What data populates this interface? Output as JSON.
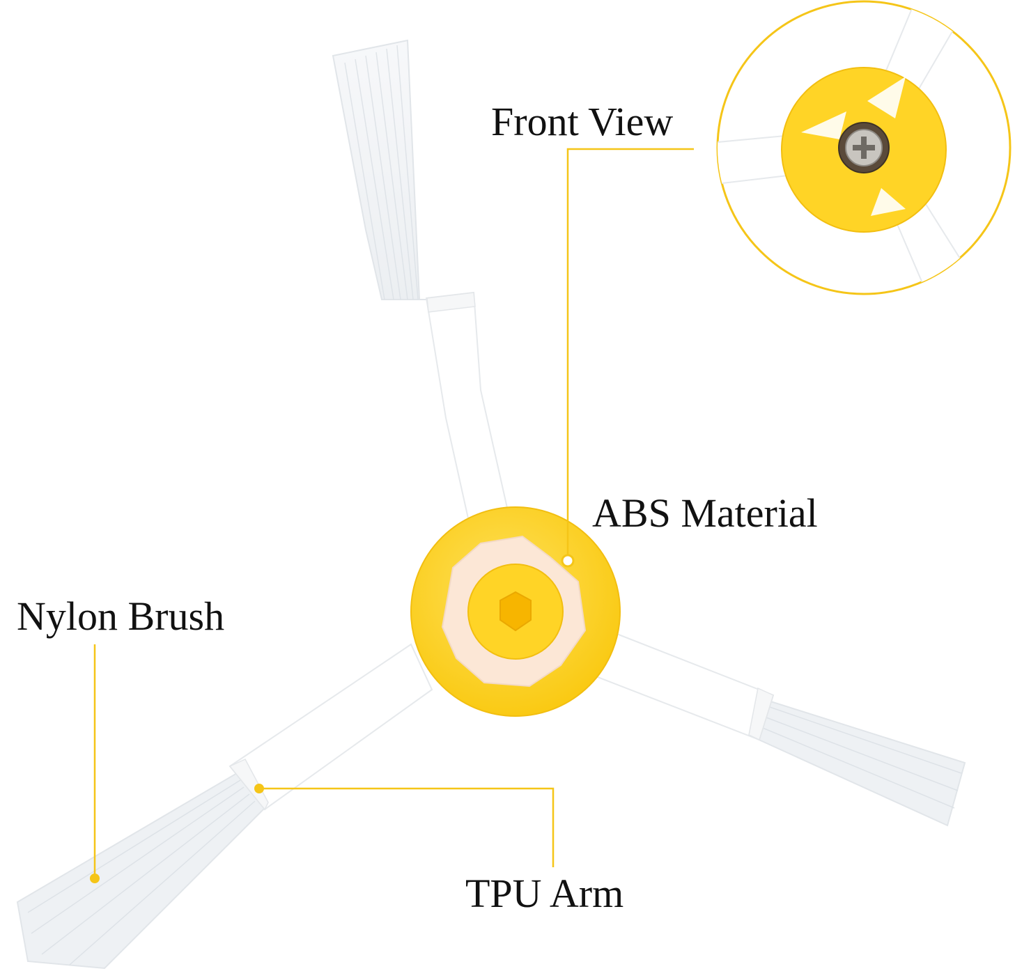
{
  "labels": {
    "front_view": "Front View",
    "abs_material": "ABS Material",
    "nylon_brush": "Nylon Brush",
    "tpu_arm": "TPU Arm"
  },
  "colors": {
    "accent": "#F5C518",
    "hub_yellow": "#FFD426",
    "arm_white": "#FFFFFF",
    "inner_ring": "#FBE3CF",
    "text": "#111111"
  }
}
